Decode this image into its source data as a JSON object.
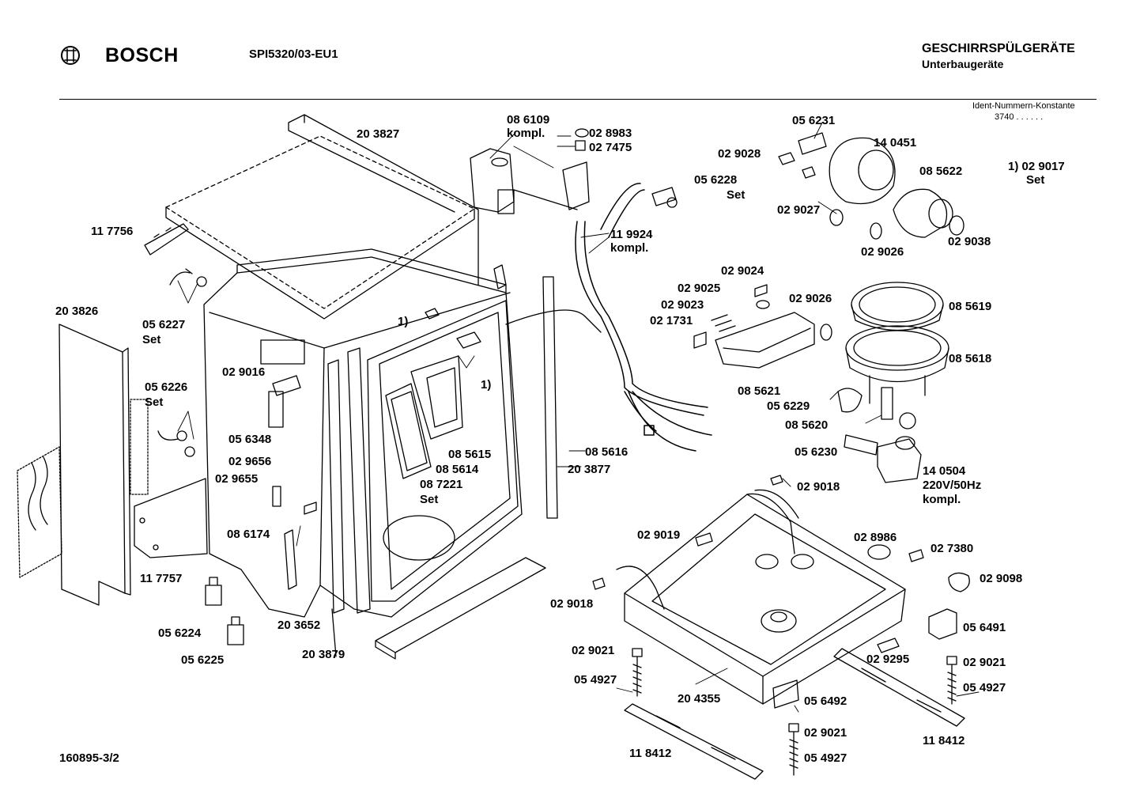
{
  "header": {
    "brand": "BOSCH",
    "model": "SPI5320/03-EU1",
    "category": "GESCHIRRSPÜLGERÄTE",
    "subcategory": "Unterbaugeräte",
    "ident_label": "Ident-Nummern-Konstante",
    "ident_value": "3740  . .   . . . ."
  },
  "footer": {
    "doc_number": "160895-3/2"
  },
  "note": {
    "ref": "1) 02 9017",
    "set": "Set"
  },
  "labels": {
    "l203827": "20 3827",
    "l086109": "08 6109",
    "lkompl1": "kompl.",
    "l028983": "02 8983",
    "l027475": "02 7475",
    "l117756": "11 7756",
    "l119924": "11 9924",
    "lkompl2": "kompl.",
    "l056231": "05 6231",
    "l140451": "14 0451",
    "l029028": "02 9028",
    "l056228": "05 6228",
    "lset1": "Set",
    "l085622": "08 5622",
    "l029027": "02 9027",
    "l029026a": "02 9026",
    "l029038": "02 9038",
    "l203826": "20 3826",
    "l056227": "05 6227",
    "lset2": "Set",
    "lone1": "1)",
    "lone2": "1)",
    "l029024": "02 9024",
    "l029025": "02 9025",
    "l029026b": "02 9026",
    "l029023": "02 9023",
    "l021731": "02 1731",
    "l085619": "08 5619",
    "l085618": "08 5618",
    "l085621": "08 5621",
    "l029016": "02 9016",
    "l056226": "05 6226",
    "lset3": "Set",
    "l056229": "05 6229",
    "l085620": "08 5620",
    "l056348": "05 6348",
    "l029656": "02 9656",
    "l029655": "02 9655",
    "l085615": "08 5615",
    "l085614": "08 5614",
    "l087221": "08 7221",
    "lset4": "Set",
    "l085616": "08 5616",
    "l203877": "20 3877",
    "l056230": "05 6230",
    "l140504": "14 0504",
    "lvolt": "220V/50Hz",
    "lkompl3": "kompl.",
    "l029018a": "02 9018",
    "l086174": "08 6174",
    "l029019": "02 9019",
    "l028986": "02 8986",
    "l027380": "02 7380",
    "l117757": "11 7757",
    "l029098": "02 9098",
    "l029018b": "02 9018",
    "l056224": "05 6224",
    "l203652": "20 3652",
    "l056491": "05 6491",
    "l056225": "05 6225",
    "l203879": "20 3879",
    "l029021a": "02 9021",
    "l029295": "02 9295",
    "l029021b": "02 9021",
    "l054927a": "05 4927",
    "l054927b": "05 4927",
    "l204355": "20 4355",
    "l056492": "05 6492",
    "l029021c": "02 9021",
    "l118412a": "11 8412",
    "l118412b": "11 8412",
    "l054927c": "05 4927"
  }
}
